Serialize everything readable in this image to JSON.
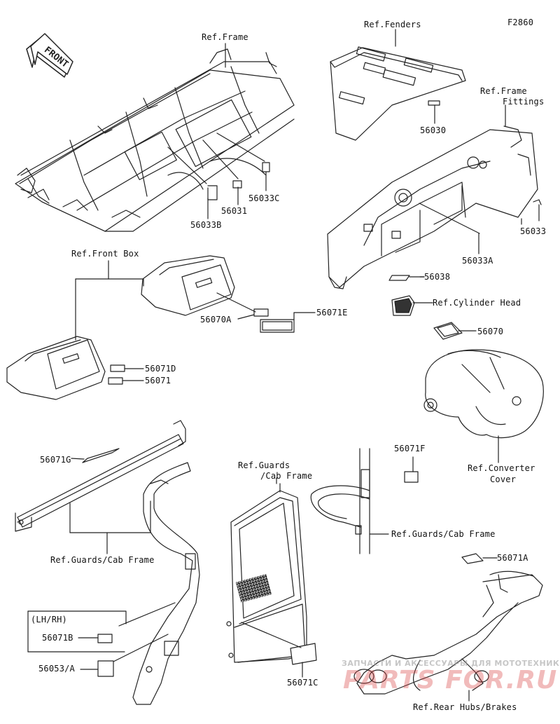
{
  "diagram": {
    "code": "F2860",
    "front_label": "FRONT",
    "ref_labels": {
      "frame": "Ref.Frame",
      "fenders": "Ref.Fenders",
      "frame_fittings_1": "Ref.Frame",
      "frame_fittings_2": "Fittings",
      "front_box": "Ref.Front Box",
      "cylinder_head": "Ref.Cylinder Head",
      "converter_1": "Ref.Converter",
      "converter_2": "Cover",
      "guards_left": "Ref.Guards/Cab Frame",
      "guards_center_1": "Ref.Guards",
      "guards_center_2": "/Cab Frame",
      "guards_right": "Ref.Guards/Cab Frame",
      "rear_hubs": "Ref.Rear Hubs/Brakes",
      "lh_rh": "(LH/RH)"
    },
    "part_numbers": {
      "p56030": "56030",
      "p56033C": "56033C",
      "p56031": "56031",
      "p56033B": "56033B",
      "p56033": "56033",
      "p56033A": "56033A",
      "p56038": "56038",
      "p56070A": "56070A",
      "p56071E": "56071E",
      "p56070": "56070",
      "p56071D": "56071D",
      "p56071": "56071",
      "p56071G": "56071G",
      "p56071F": "56071F",
      "p56071A": "56071A",
      "p56071B": "56071B",
      "p56053A": "56053/A",
      "p56071C": "56071C"
    },
    "watermark": {
      "line1": "ЗАПЧАСТИ И АКСЕССУАРЫ ДЛЯ МОТОТЕХНИКИ",
      "line2": "PARTS FOR.RU"
    }
  }
}
